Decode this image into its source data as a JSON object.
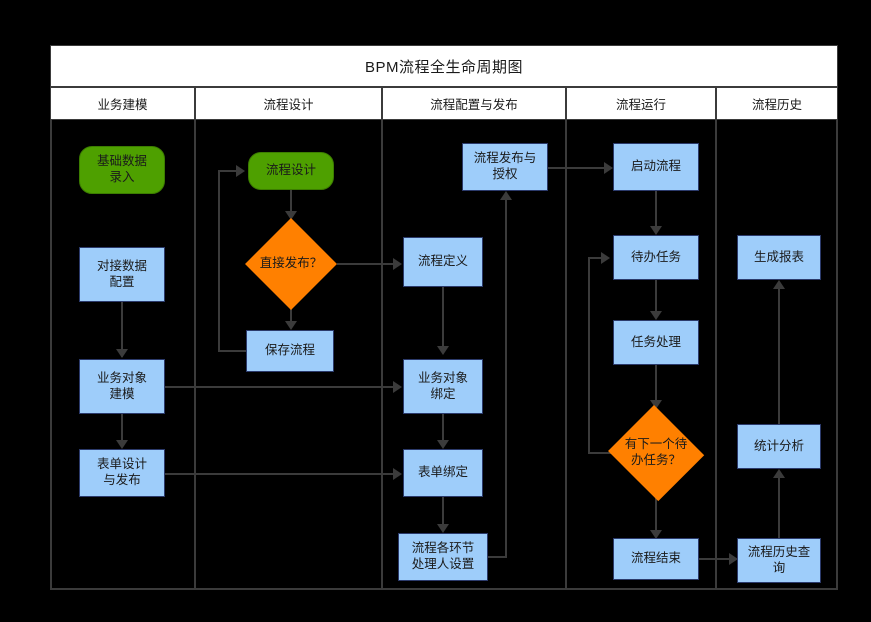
{
  "diagram": {
    "title": "BPM流程全生命周期图",
    "background_color": "#000000",
    "frame_color": "#3b3b3b",
    "colors": {
      "start_node": "#4ea000",
      "process_node": "#9ecdfa",
      "decision_node": "#ff8000",
      "connector": "#3b3b3b",
      "header_background": "#ffffff",
      "text": "#1a1a1a"
    },
    "lanes": [
      {
        "id": "lane-business-modeling",
        "label": "业务建模"
      },
      {
        "id": "lane-process-design",
        "label": "流程设计"
      },
      {
        "id": "lane-config-publish",
        "label": "流程配置与发布"
      },
      {
        "id": "lane-process-runtime",
        "label": "流程运行"
      },
      {
        "id": "lane-process-history",
        "label": "流程历史"
      }
    ],
    "nodes": [
      {
        "id": "n-basic-data-entry",
        "label": "基础数据\n录入",
        "shape": "start",
        "lane": "业务建模"
      },
      {
        "id": "n-data-integration",
        "label": "对接数据\n配置",
        "shape": "process",
        "lane": "业务建模"
      },
      {
        "id": "n-business-object-model",
        "label": "业务对象\n建模",
        "shape": "process",
        "lane": "业务建模"
      },
      {
        "id": "n-form-design-publish",
        "label": "表单设计\n与发布",
        "shape": "process",
        "lane": "业务建模"
      },
      {
        "id": "n-process-design",
        "label": "流程设计",
        "shape": "start",
        "lane": "流程设计"
      },
      {
        "id": "n-publish-directly",
        "label": "直接发布？",
        "shape": "decision",
        "lane": "流程设计"
      },
      {
        "id": "n-save-process",
        "label": "保存流程",
        "shape": "process",
        "lane": "流程设计"
      },
      {
        "id": "n-publish-authorize",
        "label": "流程发布与\n授权",
        "shape": "process",
        "lane": "流程配置与发布"
      },
      {
        "id": "n-process-definition",
        "label": "流程定义",
        "shape": "process",
        "lane": "流程配置与发布"
      },
      {
        "id": "n-business-object-bind",
        "label": "业务对象\n绑定",
        "shape": "process",
        "lane": "流程配置与发布"
      },
      {
        "id": "n-form-binding",
        "label": "表单绑定",
        "shape": "process",
        "lane": "流程配置与发布"
      },
      {
        "id": "n-assignee-setup",
        "label": "流程各环节\n处理人设置",
        "shape": "process",
        "lane": "流程配置与发布"
      },
      {
        "id": "n-start-process",
        "label": "启动流程",
        "shape": "process",
        "lane": "流程运行"
      },
      {
        "id": "n-todo-task",
        "label": "待办任务",
        "shape": "process",
        "lane": "流程运行"
      },
      {
        "id": "n-task-handling",
        "label": "任务处理",
        "shape": "process",
        "lane": "流程运行"
      },
      {
        "id": "n-next-todo-task",
        "label": "有下一个待\n办任务？",
        "shape": "decision",
        "lane": "流程运行"
      },
      {
        "id": "n-process-end",
        "label": "流程结束",
        "shape": "process",
        "lane": "流程运行"
      },
      {
        "id": "n-generate-report",
        "label": "生成报表",
        "shape": "process",
        "lane": "流程历史"
      },
      {
        "id": "n-statistical-analysis",
        "label": "统计分析",
        "shape": "process",
        "lane": "流程历史"
      },
      {
        "id": "n-history-query",
        "label": "流程历史查\n询",
        "shape": "process",
        "lane": "流程历史"
      }
    ],
    "edges": [
      {
        "from": "对接数据配置",
        "to": "业务对象建模"
      },
      {
        "from": "业务对象建模",
        "to": "表单设计与发布"
      },
      {
        "from": "业务对象建模",
        "to": "业务对象绑定"
      },
      {
        "from": "表单设计与发布",
        "to": "表单绑定"
      },
      {
        "from": "流程设计",
        "to": "直接发布？"
      },
      {
        "from": "直接发布？",
        "to": "保存流程"
      },
      {
        "from": "直接发布？",
        "to": "流程定义"
      },
      {
        "from": "保存流程",
        "to": "流程设计"
      },
      {
        "from": "流程定义",
        "to": "业务对象绑定"
      },
      {
        "from": "业务对象绑定",
        "to": "表单绑定"
      },
      {
        "from": "表单绑定",
        "to": "流程各环节处理人设置"
      },
      {
        "from": "流程各环节处理人设置",
        "to": "流程发布与授权"
      },
      {
        "from": "流程发布与授权",
        "to": "启动流程"
      },
      {
        "from": "启动流程",
        "to": "待办任务"
      },
      {
        "from": "待办任务",
        "to": "任务处理"
      },
      {
        "from": "任务处理",
        "to": "有下一个待办任务？"
      },
      {
        "from": "有下一个待办任务？",
        "to": "待办任务"
      },
      {
        "from": "有下一个待办任务？",
        "to": "流程结束"
      },
      {
        "from": "流程结束",
        "to": "流程历史查询"
      },
      {
        "from": "流程历史查询",
        "to": "统计分析"
      },
      {
        "from": "统计分析",
        "to": "生成报表"
      }
    ]
  }
}
